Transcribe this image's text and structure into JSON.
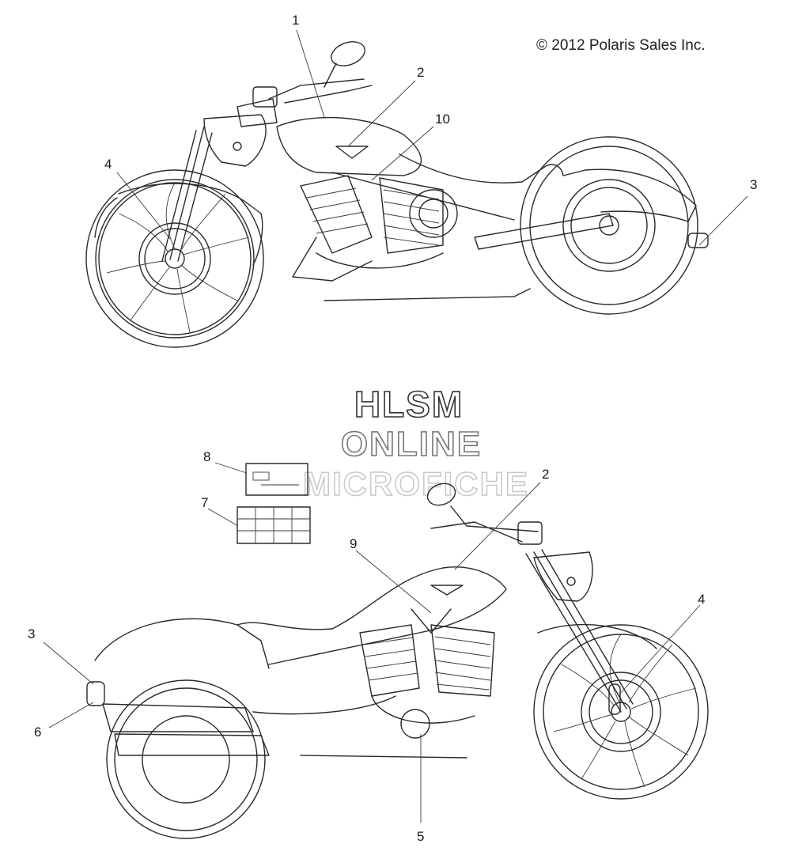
{
  "copyright": "© 2012 Polaris Sales Inc.",
  "watermark": {
    "line1": "HLSM",
    "line2": "ONLINE",
    "line3": "MICROFICHE"
  },
  "callouts_top": [
    "1",
    "2",
    "10",
    "4",
    "3"
  ],
  "callouts_bottom": [
    "8",
    "7",
    "2",
    "9",
    "3",
    "6",
    "4",
    "5"
  ]
}
